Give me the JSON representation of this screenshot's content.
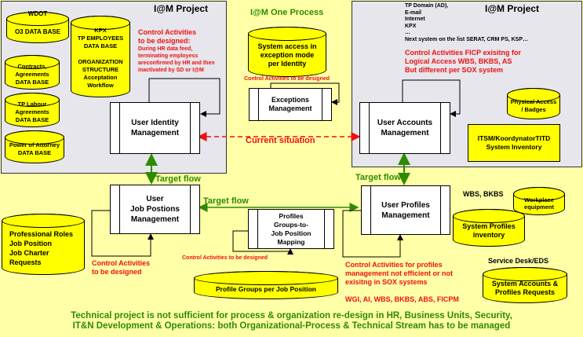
{
  "left_panel": {
    "title": "I@M Project",
    "db_wdot": "WDOT",
    "db_o3": "O3 DATA BASE",
    "db_kpx_lines": [
      "KPX",
      "TP EMPLOYEES",
      "DATA BASE",
      "",
      "ORGANIZATION",
      "STRUCTURE",
      "Acceptation",
      "Workflow"
    ],
    "db_contracts_lines": [
      "Contracts,",
      "Agreements",
      "DATA BASE"
    ],
    "db_labour_lines": [
      "TP Labour",
      "Agreements",
      "DATA BASE"
    ],
    "db_attorney_lines": [
      "Power of Attorney",
      "DATA BASE"
    ],
    "control_title_lines": [
      "Control Activities",
      "to be designed:"
    ],
    "control_detail_lines": [
      "During HR data feed,",
      "terminating employess",
      "areconfirmed by HR and then",
      "inactivated by SD or I@M"
    ],
    "process_lines": [
      "User Identity",
      "Management"
    ]
  },
  "middle": {
    "title": "I@M One Process",
    "db_access_lines": [
      "System access in",
      "exception mode",
      "per Identity"
    ],
    "control_label": "Control Activities to be designed",
    "process_lines": [
      "Exceptions",
      "Management"
    ],
    "current_situation": "Current situation"
  },
  "right_panel": {
    "title": "I@M Project",
    "systems_list": [
      "TP Domain (AD),",
      "E-mail",
      "Internet",
      "KPX",
      "…",
      "Next system on the list SERAT, CRM PS, KSP…"
    ],
    "control_lines": [
      "Control Activities FICP exisitng for",
      "Logical Access  WBS, BKBS, AS",
      "But different per SOX system"
    ],
    "process_lines": [
      "User Accounts",
      "Management"
    ],
    "db_physical_lines": [
      "Physical Access",
      "/ Badges"
    ],
    "inventory_lines": [
      "ITSM/KoordynatorTITD",
      "System Inventory"
    ]
  },
  "lower": {
    "target_flow": "Target flow",
    "job_process_lines": [
      "User",
      "Job Postions",
      "Management"
    ],
    "profiles_process_lines": [
      "Profiles",
      "Groups-to-",
      "Job Position",
      "Mapping"
    ],
    "user_profiles_process_lines": [
      "User Profiles",
      "Management"
    ],
    "db_roles_lines": [
      "Professional Roles",
      "Job Position",
      "Job Charter",
      "Requests"
    ],
    "control_left_lines": [
      "Control Activities",
      "to be designed"
    ],
    "control_mid": "Control Activities to be designed",
    "db_profile_groups": "Profile Groups per Job Position",
    "wbs_bkbs": "WBS, BKBS",
    "db_workplace_lines": [
      "Workplace",
      "equipment"
    ],
    "db_sys_profiles_lines": [
      "System Profiles",
      "inventory"
    ],
    "service_desk": "Service Desk/EDS",
    "db_accounts_requests_lines": [
      "System Accounts &",
      "Profiles Requests"
    ],
    "control_profiles_lines": [
      "Control Activities for profiles",
      "management not efficient or not",
      "exisitng in SOX systems"
    ],
    "sox_systems": "WGI, AI, WBS, BKBS, ABS, FICPM"
  },
  "footer_lines": [
    "Technical project is not sufficient for process & organization re-design in HR, Business Units, Security,",
    "IT&N Development & Operations: both Organizational-Process & Technical Stream has to be managed"
  ],
  "colors": {
    "background": "#ffffa8",
    "panel": "#e6e6ec",
    "database": "#ffff00",
    "red": "#ee1111",
    "green": "#2e8b00"
  }
}
